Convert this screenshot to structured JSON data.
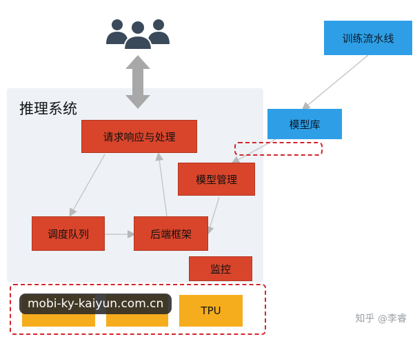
{
  "panel": {
    "title": "推理系统"
  },
  "nodes": {
    "request": "请求响应与处理",
    "model_mgmt": "模型管理",
    "scheduler": "调度队列",
    "backend": "后端框架",
    "monitor": "监控",
    "training": "训练流水线",
    "model_repo": "模型库",
    "tpu": "TPU"
  },
  "watermark": {
    "site": "mobi-ky-kaiyun.com.cn",
    "brand": "知乎 @李睿"
  },
  "icons": {
    "users": "users-group-icon"
  },
  "colors": {
    "node_red": "#d9452b",
    "node_blue": "#2e9fe6",
    "node_yellow": "#f5ad1d",
    "dashed_red": "#d2232a",
    "arrow_gray": "#a8a8a8"
  }
}
